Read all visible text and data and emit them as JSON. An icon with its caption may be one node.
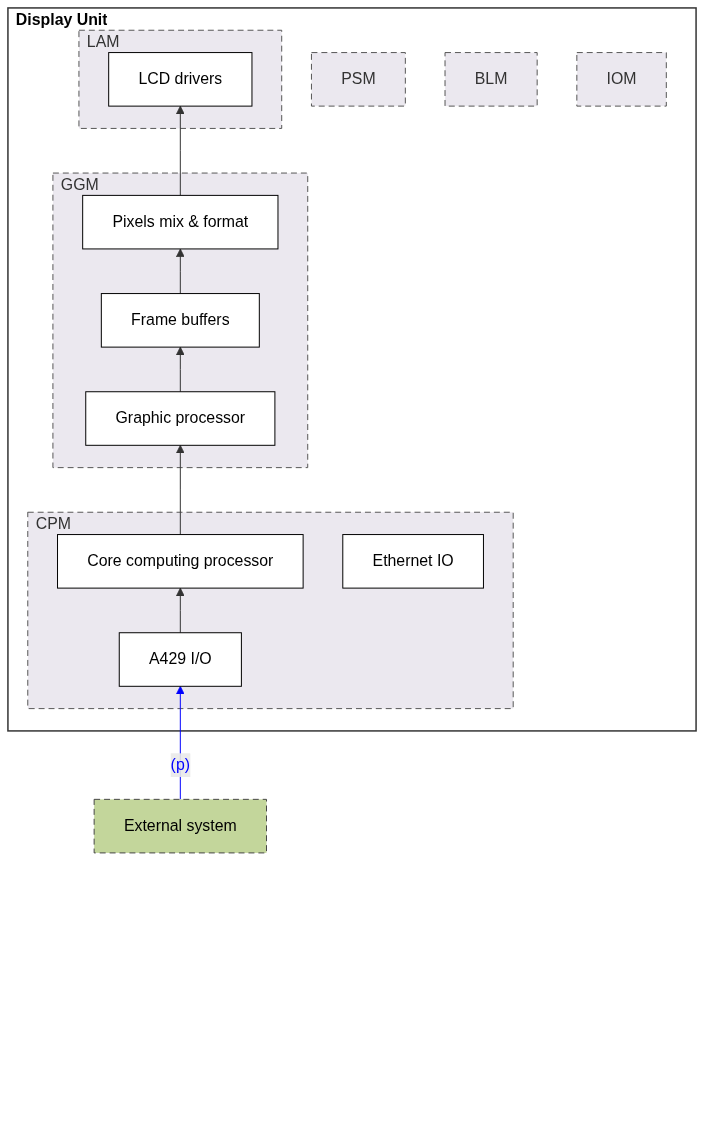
{
  "diagram": {
    "nodes": [
      {
        "text": [
          "Display Unit"
        ]
      },
      {
        "text": [
          "PSM"
        ],
        "in": 0
      },
      {
        "text": [
          "LAM"
        ],
        "in": 0
      },
      {
        "text": [
          "LCD drivers"
        ],
        "in": 2
      },
      {
        "text": [
          "BLM"
        ],
        "in": 0
      },
      {
        "text": [
          "GGM"
        ],
        "in": 0
      },
      {
        "text": [
          "Pixels mix & format"
        ],
        "in": 5
      },
      {
        "text": [
          "Frame buffers"
        ],
        "in": 5
      },
      {
        "text": [
          "Graphic processor"
        ],
        "in": 5
      },
      {
        "text": [
          "CPM"
        ],
        "in": 0
      },
      {
        "text": [
          "Core computing processor"
        ],
        "in": 9
      },
      {
        "text": [
          "A429 I/O"
        ],
        "in": 9
      },
      {
        "text": [
          "Ethernet IO"
        ],
        "in": 9
      },
      {
        "text": [
          "IOM"
        ],
        "in": 0
      },
      {
        "text": [
          "External system"
        ]
      }
    ],
    "edges": [
      {
        "from": 6,
        "to": 3,
        "arrow": "to"
      },
      {
        "from": 7,
        "to": 6,
        "arrow": "to"
      },
      {
        "from": 8,
        "to": 7,
        "arrow": "to"
      },
      {
        "from": 10,
        "to": 8,
        "arrow": "to"
      },
      {
        "from": 11,
        "to": 10,
        "arrow": "to"
      },
      {
        "from": 14,
        "to": 11,
        "arrow": "to",
        "label": "(p)",
        "color": "#0000ff"
      }
    ]
  }
}
